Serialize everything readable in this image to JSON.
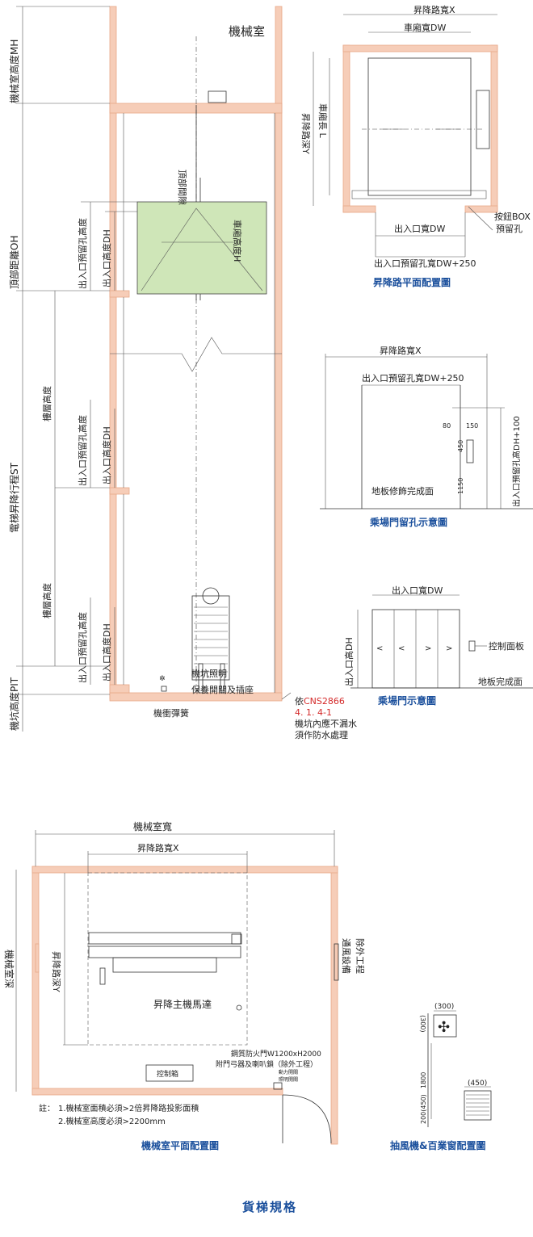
{
  "shaft": {
    "machine_room": "機械室",
    "machine_room_height": "機械室高度MH",
    "top_distance": "頂部距離OH",
    "top_clearance": "頂部間隙",
    "car_height": "車廂高度H",
    "entrance_opening_height_a": "出入口預留孔高度",
    "entrance_height_a": "出入口高度DH",
    "floor_height_a": "樓層高度",
    "entrance_opening_height_b": "出入口預留孔高度",
    "entrance_height_b": "出入口高度DH",
    "travel": "電梯昇降行程ST",
    "floor_height_b": "樓層高度",
    "entrance_opening_height_c": "出入口預留孔高度",
    "entrance_height_c": "出入口高度DH",
    "pit_depth": "機坑高度PIT",
    "pit_light": "機坑照明",
    "maintenance_switch": "保養開關及插座",
    "buffer": "機衝彈簧",
    "note_prefix": "依",
    "note_cns": "CNS2866",
    "note_clause": "4. 1. 4-1",
    "note_line2": "機坑內應不漏水",
    "note_line3": "須作防水處理"
  },
  "hoistway_plan": {
    "title": "昇降路平面配置圖",
    "width_x": "昇降路寬X",
    "car_width": "車廂寬DW",
    "depth_y": "昇降路深Y",
    "car_length": "車廂長 L",
    "entrance_width": "出入口寬DW",
    "opening_width": "出入口預留孔寬DW+250",
    "button_box_1": "按鈕BOX",
    "button_box_2": "預留孔"
  },
  "landing_opening": {
    "title": "乘場門留孔示意圖",
    "width_x": "昇降路寬X",
    "opening_width": "出入口預留孔寬DW+250",
    "dim_80": "80",
    "dim_150": "150",
    "dim_450": "450",
    "dim_1150": "1150",
    "opening_height": "出入口預留孔高DH+100",
    "floor_finish": "地板修飾完成面"
  },
  "landing_door": {
    "title": "乘場門示意圖",
    "entrance_width": "出入口寬DW",
    "entrance_height": "出入口高DH",
    "control_panel": "控制面板",
    "floor_finish": "地板完成面"
  },
  "machine_room_plan": {
    "title": "機械室平面配置圖",
    "room_width": "機械室寬",
    "hoistway_width": "昇降路寬X",
    "room_depth": "機械室深",
    "hoistway_depth": "昇降路深Y",
    "motor": "昇降主機馬達",
    "vent": "通風設備",
    "vent_note": "除外工程",
    "fire_door": "鋼質防火門W1200xH2000",
    "fire_door_note": "附門弓器及喇叭鎖（除外工程）",
    "power_switch": "動力開關",
    "lighting_switch": "照明開關",
    "control_box": "控制箱",
    "note_label": "註：",
    "note1": "1.機械室面積必須>2倍昇降路投影面積",
    "note2": "2.機械室高度必須>2200mm"
  },
  "fan_window": {
    "title": "抽風機&百業窗配置圖",
    "fan_w": "(300)",
    "fan_h": "(300)",
    "louver_w": "(450)",
    "height_1800": "1800",
    "height_200": "200(450)"
  },
  "page_title": "貨梯規格"
}
